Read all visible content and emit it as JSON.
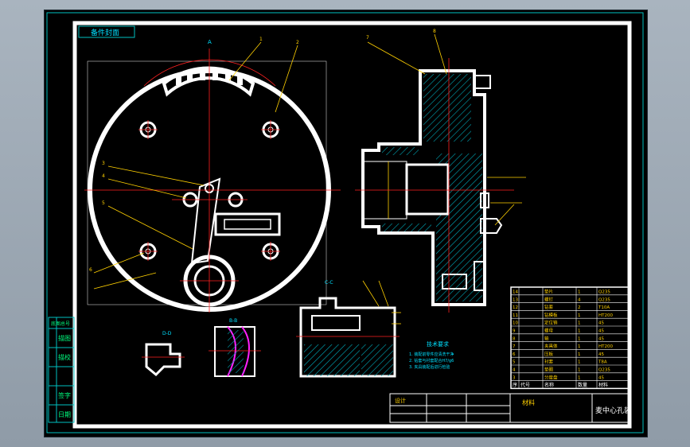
{
  "colors": {
    "background": "#000000",
    "frame": "#ffffff",
    "outer_frame": "#00c0c0",
    "center_line": "#ff2020",
    "dimension": "#ffd000",
    "annotation": "#00e0ff",
    "hatch": "#00a8b8"
  },
  "title_block": {
    "drawing_title": "麦中心孔装",
    "designer_label": "设计",
    "material_label": "材料",
    "company_label": "",
    "bom_headers": [
      "序",
      "代号",
      "名称",
      "数量",
      "材料"
    ],
    "bom_rows": [
      {
        "no": "14",
        "code": "",
        "name": "垫片",
        "qty": "1",
        "mat": "Q235"
      },
      {
        "no": "13",
        "code": "",
        "name": "螺钉",
        "qty": "4",
        "mat": "Q235"
      },
      {
        "no": "12",
        "code": "",
        "name": "钻套",
        "qty": "2",
        "mat": "T10A"
      },
      {
        "no": "11",
        "code": "",
        "name": "钻模板",
        "qty": "1",
        "mat": "HT200"
      },
      {
        "no": "10",
        "code": "",
        "name": "定位销",
        "qty": "1",
        "mat": "45"
      },
      {
        "no": "9",
        "code": "",
        "name": "螺母",
        "qty": "1",
        "mat": "45"
      },
      {
        "no": "8",
        "code": "",
        "name": "轴",
        "qty": "1",
        "mat": "45"
      },
      {
        "no": "7",
        "code": "",
        "name": "夹具体",
        "qty": "1",
        "mat": "HT200"
      },
      {
        "no": "6",
        "code": "",
        "name": "压板",
        "qty": "1",
        "mat": "45"
      },
      {
        "no": "5",
        "code": "",
        "name": "衬套",
        "qty": "1",
        "mat": "T8A"
      },
      {
        "no": "4",
        "code": "",
        "name": "垫圈",
        "qty": "1",
        "mat": "Q235"
      },
      {
        "no": "3",
        "code": "",
        "name": "分度盘",
        "qty": "1",
        "mat": "45"
      }
    ]
  },
  "top_tag": "备件封面",
  "section_labels": {
    "view_a": "A",
    "section_bb": "B-B",
    "section_dd": "D-D",
    "section_cc": "C-C"
  },
  "tech_notes": {
    "title": "技术要求",
    "lines": [
      "1. 装配前零件应清洗干净",
      "2. 钻套与衬套配合H7/g6",
      "3. 夹具装配后进行检验"
    ]
  },
  "left_strip": [
    "描图",
    "描校",
    "底图总号",
    "签字",
    "日期"
  ],
  "part_numbers": [
    "1",
    "2",
    "3",
    "4",
    "5",
    "6",
    "7",
    "8"
  ]
}
